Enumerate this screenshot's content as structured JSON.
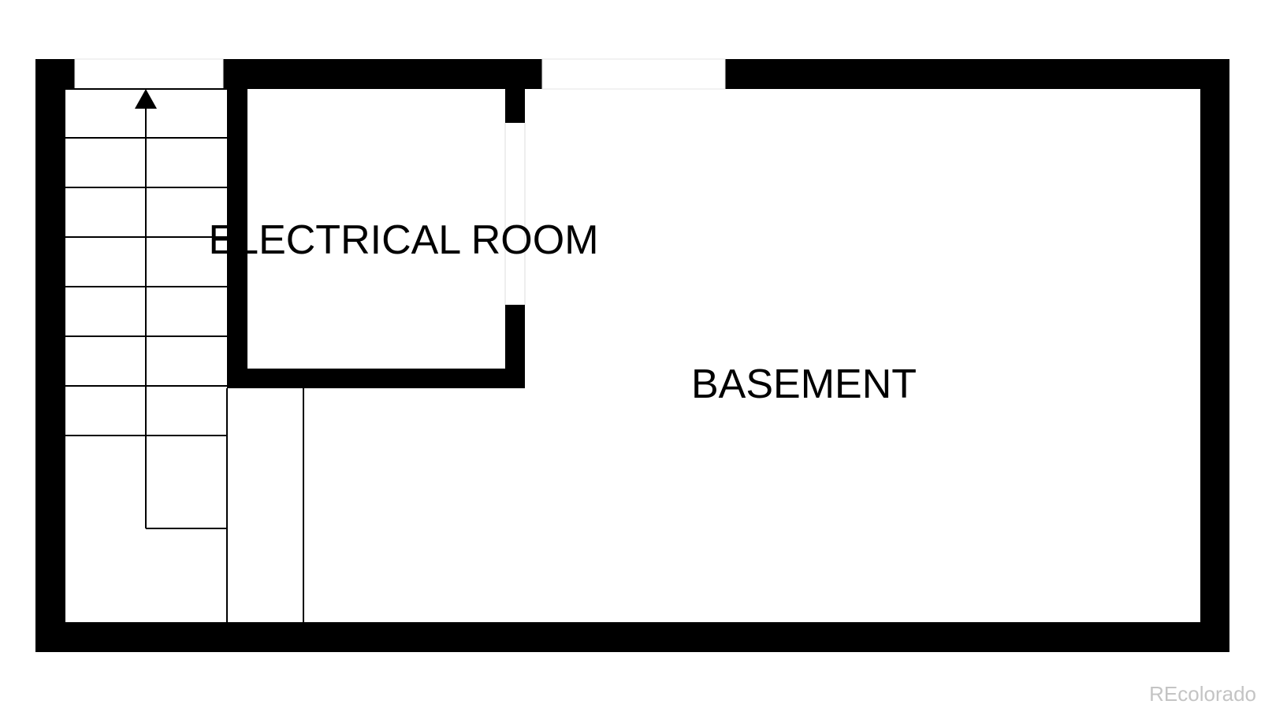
{
  "rooms": {
    "electrical": {
      "label": "ELECTRICAL ROOM"
    },
    "basement": {
      "label": "BASEMENT"
    }
  },
  "watermark": {
    "text": "REcolorado"
  },
  "colors": {
    "wall": "#000000",
    "background": "#ffffff",
    "watermark": "#c4c4c4"
  }
}
